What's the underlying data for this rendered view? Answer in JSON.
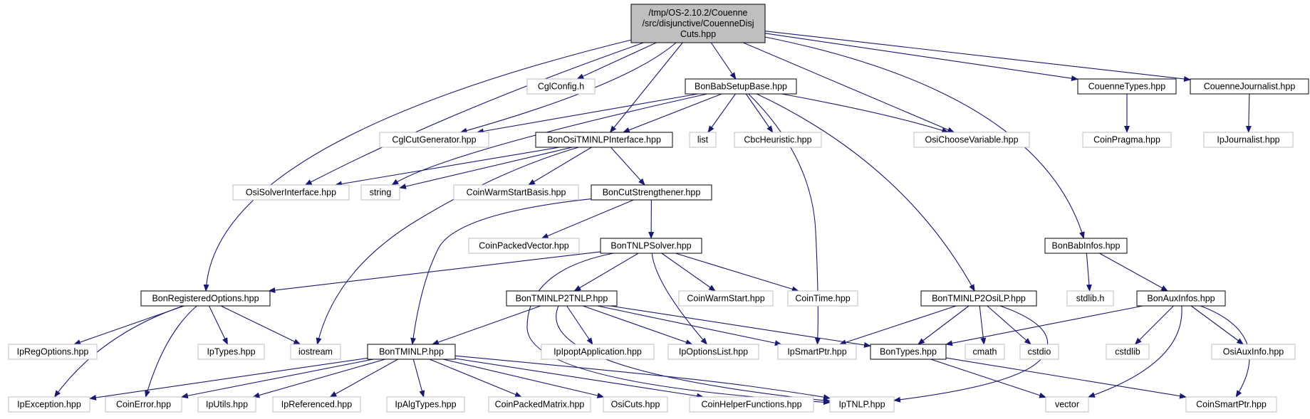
{
  "colors": {
    "edge": "#191970",
    "root_fill": "#bfbfbf",
    "root_stroke": "#000000",
    "documented_stroke": "#000000",
    "external_stroke": "#bfbfbf",
    "node_fill": "#ffffff"
  },
  "nodes": [
    {
      "id": "root",
      "kind": "root",
      "lines": [
        "/tmp/OS-2.10.2/Couenne",
        "/src/disjunctive/CouenneDisj",
        "Cuts.hpp"
      ]
    },
    {
      "id": "CglConfig",
      "kind": "external",
      "lines": [
        "CglConfig.h"
      ]
    },
    {
      "id": "BonBabSetupBase",
      "kind": "documented",
      "lines": [
        "BonBabSetupBase.hpp"
      ]
    },
    {
      "id": "CouenneTypes",
      "kind": "documented",
      "lines": [
        "CouenneTypes.hpp"
      ]
    },
    {
      "id": "CouenneJournalist",
      "kind": "documented",
      "lines": [
        "CouenneJournalist.hpp"
      ]
    },
    {
      "id": "CglCutGenerator",
      "kind": "external",
      "lines": [
        "CglCutGenerator.hpp"
      ]
    },
    {
      "id": "BonOsiTMINLPInterface",
      "kind": "documented",
      "lines": [
        "BonOsiTMINLPInterface.hpp"
      ]
    },
    {
      "id": "list",
      "kind": "external",
      "lines": [
        "list"
      ]
    },
    {
      "id": "CbcHeuristic",
      "kind": "external",
      "lines": [
        "CbcHeuristic.hpp"
      ]
    },
    {
      "id": "OsiChooseVariable",
      "kind": "external",
      "lines": [
        "OsiChooseVariable.hpp"
      ]
    },
    {
      "id": "CoinPragma",
      "kind": "external",
      "lines": [
        "CoinPragma.hpp"
      ]
    },
    {
      "id": "IpJournalist",
      "kind": "external",
      "lines": [
        "IpJournalist.hpp"
      ]
    },
    {
      "id": "OsiSolverInterface",
      "kind": "external",
      "lines": [
        "OsiSolverInterface.hpp"
      ]
    },
    {
      "id": "string",
      "kind": "external",
      "lines": [
        "string"
      ]
    },
    {
      "id": "CoinWarmStartBasis",
      "kind": "external",
      "lines": [
        "CoinWarmStartBasis.hpp"
      ]
    },
    {
      "id": "BonCutStrengthener",
      "kind": "documented",
      "lines": [
        "BonCutStrengthener.hpp"
      ]
    },
    {
      "id": "CoinPackedVector",
      "kind": "external",
      "lines": [
        "CoinPackedVector.hpp"
      ]
    },
    {
      "id": "BonTNLPSolver",
      "kind": "documented",
      "lines": [
        "BonTNLPSolver.hpp"
      ]
    },
    {
      "id": "BonBabInfos",
      "kind": "documented",
      "lines": [
        "BonBabInfos.hpp"
      ]
    },
    {
      "id": "BonRegisteredOptions",
      "kind": "documented",
      "lines": [
        "BonRegisteredOptions.hpp"
      ]
    },
    {
      "id": "BonTMINLP2TNLP",
      "kind": "documented",
      "lines": [
        "BonTMINLP2TNLP.hpp"
      ]
    },
    {
      "id": "CoinWarmStart",
      "kind": "external",
      "lines": [
        "CoinWarmStart.hpp"
      ]
    },
    {
      "id": "CoinTime",
      "kind": "external",
      "lines": [
        "CoinTime.hpp"
      ]
    },
    {
      "id": "BonTMINLP2OsiLP",
      "kind": "documented",
      "lines": [
        "BonTMINLP2OsiLP.hpp"
      ]
    },
    {
      "id": "stdlib",
      "kind": "external",
      "lines": [
        "stdlib.h"
      ]
    },
    {
      "id": "BonAuxInfos",
      "kind": "documented",
      "lines": [
        "BonAuxInfos.hpp"
      ]
    },
    {
      "id": "IpRegOptions",
      "kind": "external",
      "lines": [
        "IpRegOptions.hpp"
      ]
    },
    {
      "id": "IpTypes",
      "kind": "external",
      "lines": [
        "IpTypes.hpp"
      ]
    },
    {
      "id": "iostream",
      "kind": "external",
      "lines": [
        "iostream"
      ]
    },
    {
      "id": "BonTMINLP",
      "kind": "documented",
      "lines": [
        "BonTMINLP.hpp"
      ]
    },
    {
      "id": "IpIpoptApplication",
      "kind": "external",
      "lines": [
        "IpIpoptApplication.hpp"
      ]
    },
    {
      "id": "IpOptionsList",
      "kind": "external",
      "lines": [
        "IpOptionsList.hpp"
      ]
    },
    {
      "id": "IpSmartPtr",
      "kind": "external",
      "lines": [
        "IpSmartPtr.hpp"
      ]
    },
    {
      "id": "BonTypes",
      "kind": "documented",
      "lines": [
        "BonTypes.hpp"
      ]
    },
    {
      "id": "cmath",
      "kind": "external",
      "lines": [
        "cmath"
      ]
    },
    {
      "id": "cstdio",
      "kind": "external",
      "lines": [
        "cstdio"
      ]
    },
    {
      "id": "cstdlib",
      "kind": "external",
      "lines": [
        "cstdlib"
      ]
    },
    {
      "id": "OsiAuxInfo",
      "kind": "external",
      "lines": [
        "OsiAuxInfo.hpp"
      ]
    },
    {
      "id": "IpException",
      "kind": "external",
      "lines": [
        "IpException.hpp"
      ]
    },
    {
      "id": "CoinError",
      "kind": "external",
      "lines": [
        "CoinError.hpp"
      ]
    },
    {
      "id": "IpUtils",
      "kind": "external",
      "lines": [
        "IpUtils.hpp"
      ]
    },
    {
      "id": "IpReferenced",
      "kind": "external",
      "lines": [
        "IpReferenced.hpp"
      ]
    },
    {
      "id": "IpAlgTypes",
      "kind": "external",
      "lines": [
        "IpAlgTypes.hpp"
      ]
    },
    {
      "id": "CoinPackedMatrix",
      "kind": "external",
      "lines": [
        "CoinPackedMatrix.hpp"
      ]
    },
    {
      "id": "OsiCuts",
      "kind": "external",
      "lines": [
        "OsiCuts.hpp"
      ]
    },
    {
      "id": "CoinHelperFunctions",
      "kind": "external",
      "lines": [
        "CoinHelperFunctions.hpp"
      ]
    },
    {
      "id": "IpTNLP",
      "kind": "external",
      "lines": [
        "IpTNLP.hpp"
      ]
    },
    {
      "id": "vector",
      "kind": "external",
      "lines": [
        "vector"
      ]
    },
    {
      "id": "CoinSmartPtr",
      "kind": "external",
      "lines": [
        "CoinSmartPtr.hpp"
      ]
    }
  ],
  "edges": [
    [
      "root",
      "CglConfig"
    ],
    [
      "root",
      "BonBabSetupBase"
    ],
    [
      "root",
      "CouenneTypes"
    ],
    [
      "root",
      "CouenneJournalist"
    ],
    [
      "root",
      "CglCutGenerator"
    ],
    [
      "root",
      "BonOsiTMINLPInterface"
    ],
    [
      "root",
      "OsiChooseVariable"
    ],
    [
      "root",
      "OsiSolverInterface"
    ],
    [
      "root",
      "BonRegisteredOptions"
    ],
    [
      "root",
      "BonBabInfos"
    ],
    [
      "BonBabSetupBase",
      "CglCutGenerator"
    ],
    [
      "BonBabSetupBase",
      "BonOsiTMINLPInterface"
    ],
    [
      "BonBabSetupBase",
      "list"
    ],
    [
      "BonBabSetupBase",
      "CbcHeuristic"
    ],
    [
      "BonBabSetupBase",
      "OsiChooseVariable"
    ],
    [
      "BonBabSetupBase",
      "string"
    ],
    [
      "BonBabSetupBase",
      "IpSmartPtr"
    ],
    [
      "BonBabSetupBase",
      "BonTMINLP2OsiLP"
    ],
    [
      "CouenneTypes",
      "CoinPragma"
    ],
    [
      "CouenneJournalist",
      "IpJournalist"
    ],
    [
      "BonOsiTMINLPInterface",
      "OsiSolverInterface"
    ],
    [
      "BonOsiTMINLPInterface",
      "string"
    ],
    [
      "BonOsiTMINLPInterface",
      "CoinWarmStartBasis"
    ],
    [
      "BonOsiTMINLPInterface",
      "BonCutStrengthener"
    ],
    [
      "BonOsiTMINLPInterface",
      "iostream"
    ],
    [
      "BonCutStrengthener",
      "CoinPackedVector"
    ],
    [
      "BonCutStrengthener",
      "BonTNLPSolver"
    ],
    [
      "BonCutStrengthener",
      "BonTMINLP"
    ],
    [
      "BonTNLPSolver",
      "BonRegisteredOptions"
    ],
    [
      "BonTNLPSolver",
      "BonTMINLP2TNLP"
    ],
    [
      "BonTNLPSolver",
      "CoinWarmStart"
    ],
    [
      "BonTNLPSolver",
      "CoinTime"
    ],
    [
      "BonTNLPSolver",
      "IpOptionsList"
    ],
    [
      "BonTNLPSolver",
      "IpTNLP"
    ],
    [
      "BonBabInfos",
      "stdlib"
    ],
    [
      "BonBabInfos",
      "BonAuxInfos"
    ],
    [
      "BonRegisteredOptions",
      "IpRegOptions"
    ],
    [
      "BonRegisteredOptions",
      "IpTypes"
    ],
    [
      "BonRegisteredOptions",
      "iostream"
    ],
    [
      "BonRegisteredOptions",
      "IpException"
    ],
    [
      "BonRegisteredOptions",
      "CoinError"
    ],
    [
      "BonTMINLP2TNLP",
      "BonTMINLP"
    ],
    [
      "BonTMINLP2TNLP",
      "IpIpoptApplication"
    ],
    [
      "BonTMINLP2TNLP",
      "IpOptionsList"
    ],
    [
      "BonTMINLP2TNLP",
      "IpSmartPtr"
    ],
    [
      "BonTMINLP2TNLP",
      "BonTypes"
    ],
    [
      "BonTMINLP2TNLP",
      "IpTNLP"
    ],
    [
      "BonTMINLP2OsiLP",
      "IpSmartPtr"
    ],
    [
      "BonTMINLP2OsiLP",
      "BonTypes"
    ],
    [
      "BonTMINLP2OsiLP",
      "cmath"
    ],
    [
      "BonTMINLP2OsiLP",
      "cstdio"
    ],
    [
      "BonTMINLP2OsiLP",
      "IpTNLP"
    ],
    [
      "BonAuxInfos",
      "BonTypes"
    ],
    [
      "BonAuxInfos",
      "cstdlib"
    ],
    [
      "BonAuxInfos",
      "OsiAuxInfo"
    ],
    [
      "BonAuxInfos",
      "vector"
    ],
    [
      "BonAuxInfos",
      "CoinSmartPtr"
    ],
    [
      "BonTMINLP",
      "IpException"
    ],
    [
      "BonTMINLP",
      "CoinError"
    ],
    [
      "BonTMINLP",
      "IpUtils"
    ],
    [
      "BonTMINLP",
      "IpReferenced"
    ],
    [
      "BonTMINLP",
      "IpAlgTypes"
    ],
    [
      "BonTMINLP",
      "CoinPackedMatrix"
    ],
    [
      "BonTMINLP",
      "OsiCuts"
    ],
    [
      "BonTMINLP",
      "CoinHelperFunctions"
    ],
    [
      "BonTMINLP",
      "IpTNLP"
    ],
    [
      "BonTypes",
      "vector"
    ],
    [
      "BonTypes",
      "CoinSmartPtr"
    ]
  ]
}
